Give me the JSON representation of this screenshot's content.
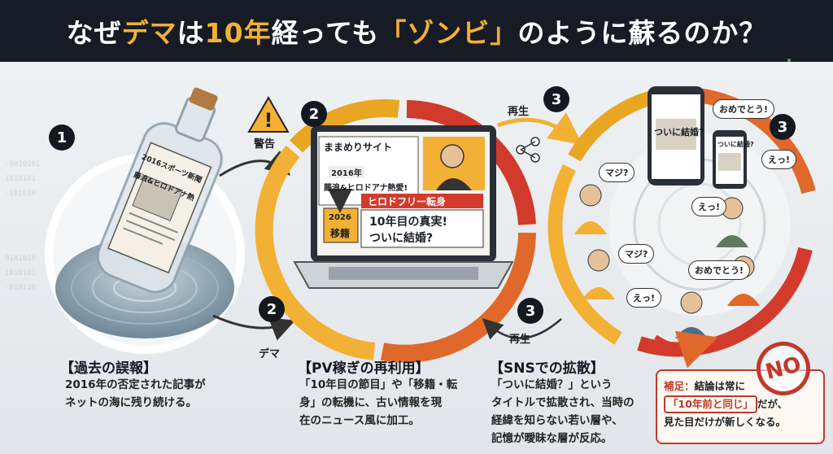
{
  "title": {
    "part1": "なぜ",
    "highlight1": "デマ",
    "part2": "は",
    "highlight2": "10年",
    "part3": "経っても",
    "highlight3": "「ゾンビ」",
    "part4": "のように蘇るのか？"
  },
  "steps": {
    "step1": {
      "num": "1"
    },
    "step2a": {
      "num": "2",
      "label": "警告"
    },
    "step2b": {
      "num": "2",
      "label": "デマ"
    },
    "step3a": {
      "num": "3",
      "label": "再生"
    },
    "step3b": {
      "num": "3",
      "label": "再生"
    },
    "step3c": {
      "num": "3"
    }
  },
  "bottle": {
    "paper_line1": "2016スポーツ新聞",
    "paper_line2": "藤浪&ヒロドアナ熱"
  },
  "laptop": {
    "site": "ままめりサイト",
    "year": "2016年",
    "old_headline": "藤浪&ヒロドアナ熱愛!",
    "badge_year": "2026",
    "badge_text": "移籍",
    "banner": "ヒロドフリー転身",
    "headline1": "10年目の真実!",
    "headline2": "ついに結婚?"
  },
  "sns": {
    "phone_headline": "ついに結婚?",
    "small_phone_headline": "ついに結婚?",
    "bubbles": [
      "おめでとう!",
      "えっ!",
      "マジ?",
      "えっ!",
      "マジ?",
      "おめでとう!",
      "えっ!"
    ]
  },
  "captions": {
    "c1": {
      "head": "【過去の誤報】",
      "lines": [
        "2016年の否定された記事が",
        "ネットの海に残り続ける。"
      ]
    },
    "c2": {
      "head": "【PV稼ぎの再利用】",
      "lines": [
        "「10年目の節目」や「移籍・転",
        "身」の転機に、古い情報を現",
        "在のニュース風に加工。"
      ]
    },
    "c3": {
      "head": "【SNSでの拡散】",
      "lines": [
        "「ついに結婚？」という",
        "タイトルで拡散され、当時の",
        "経緯を知らない若い層や、",
        "記憶が曖昧な層が反応。"
      ]
    }
  },
  "note": {
    "prefix": "補足：",
    "line1": "結論は常に",
    "highlight": "「10年前と同じ」",
    "line2": "だが、",
    "line3": "見た目だけが新しくなる。",
    "stamp": "NO"
  },
  "colors": {
    "dark": "#161b26",
    "accent": "#f2b134",
    "red": "#c0392b",
    "orange": "#e0682b"
  }
}
